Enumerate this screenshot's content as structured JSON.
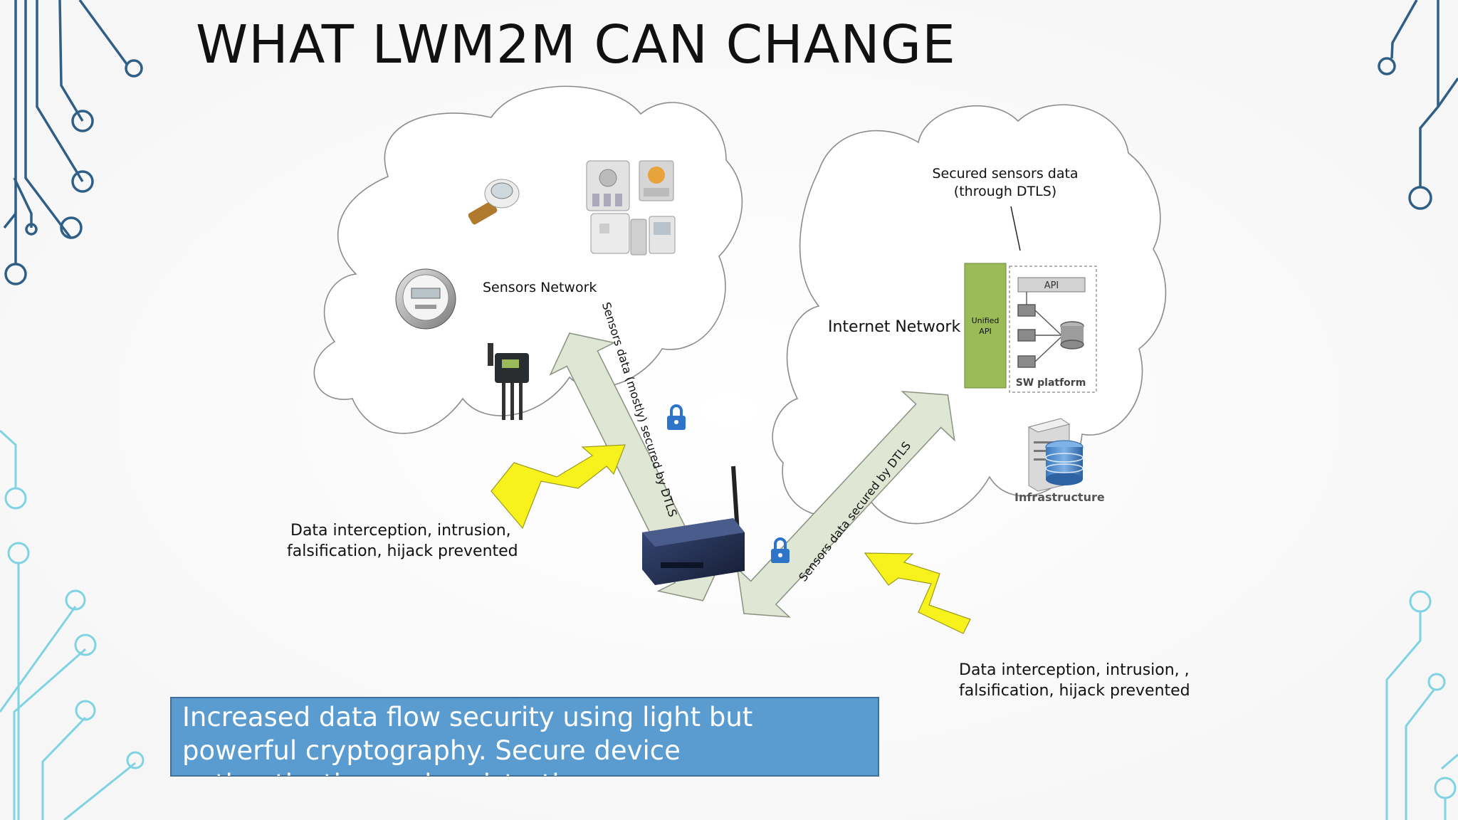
{
  "slide": {
    "title": "WHAT LWM2M CAN CHANGE",
    "sensors_network_label": "Sensors Network",
    "internet_network_label": "Internet Network",
    "secured_sensors_data": [
      "Secured sensors data",
      "(through DTLS)"
    ],
    "unified_api": [
      "Unified",
      "API"
    ],
    "api_label": "API",
    "sw_platform_label": "SW platform",
    "infrastructure_label": "Infrastructure",
    "arrow_left_text": "Sensors data (mostly) secured by DTLS",
    "arrow_right_text": "Sensors data secured by DTLS",
    "threat_left": [
      "Data interception, intrusion,",
      "falsification, hijack prevented"
    ],
    "threat_right": [
      "Data interception, intrusion, ,",
      "falsification, hijack prevented"
    ],
    "callout_lines": [
      "Increased data flow security using light but",
      "powerful cryptography. Secure device",
      "authentication and registration"
    ]
  },
  "colors": {
    "arrow_fill": "#dfe6d4",
    "lightning": "#f7f21b",
    "unified_api": "#9bbb59",
    "callout": "#5a9bd0",
    "lock": "#2e74c8",
    "circuit_dark": "#2f5f86",
    "circuit_light": "#7fd3e2"
  }
}
